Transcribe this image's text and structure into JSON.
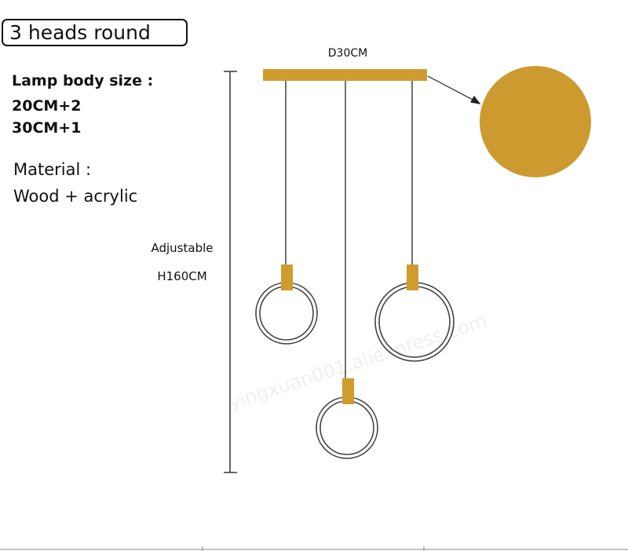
{
  "title": "3 heads round",
  "specs": {
    "body_size_label": "Lamp body size :",
    "size_1": "20CM+2",
    "size_2": "30CM+1",
    "material_label": "Material :",
    "material_value": "Wood + acrylic"
  },
  "dimensions": {
    "canopy": "D30CM",
    "adjustable": "Adjustable",
    "height": "H160CM"
  },
  "colors": {
    "wood": "#d09c2e",
    "ring": "#444444"
  },
  "watermark": "yingxuan001.aliexpress.com"
}
